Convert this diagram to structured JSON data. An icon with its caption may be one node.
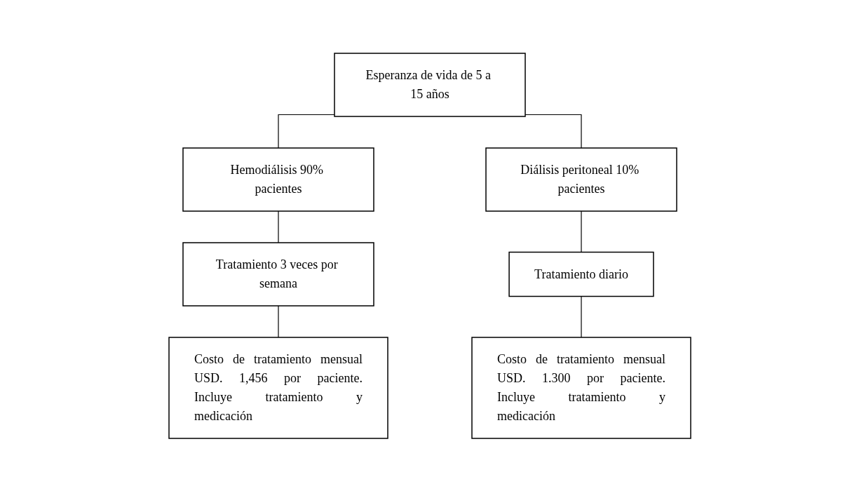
{
  "diagram": {
    "nodes": [
      {
        "text": [
          "Esperanza de vida de 5 a 15 años"
        ]
      },
      {
        "text": [
          "Hemodiálisis 90% pacientes"
        ]
      },
      {
        "text": [
          "Diálisis peritoneal 10% pacientes"
        ]
      },
      {
        "text": [
          "Tratamiento 3 veces por semana"
        ]
      },
      {
        "text": [
          "Tratamiento diario"
        ]
      },
      {
        "text": [
          "Costo de tratamiento mensual USD. 1,456 por paciente. Incluye tratamiento y medicación"
        ]
      },
      {
        "text": [
          "Costo de tratamiento mensual USD. 1.300 por paciente. Incluye tratamiento y medicación"
        ]
      }
    ],
    "edges": [
      {
        "from": 0,
        "to": 1,
        "arrow": "none"
      },
      {
        "from": 0,
        "to": 2,
        "arrow": "none"
      },
      {
        "from": 1,
        "to": 3,
        "arrow": "none"
      },
      {
        "from": 2,
        "to": 4,
        "arrow": "none"
      },
      {
        "from": 3,
        "to": 5,
        "arrow": "none"
      },
      {
        "from": 4,
        "to": 6,
        "arrow": "none"
      }
    ]
  }
}
